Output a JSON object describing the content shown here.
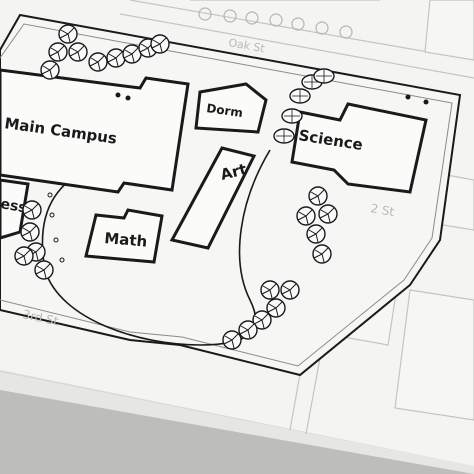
{
  "map": {
    "buildings": {
      "main_campus": "Main Campus",
      "dorm": "Dorm",
      "art": "Art",
      "science": "Science",
      "math": "Math",
      "partial_left": "ess"
    },
    "streets": {
      "top": "Oak St",
      "right": "2 St",
      "bottom_left": "3rd St"
    },
    "colors": {
      "paper": "#f4f4f2",
      "ink": "#1a1a1a",
      "faint_ink": "#b9b9b9",
      "background": "#d9d9d6"
    },
    "icons": [
      "tree-icon",
      "shrub-icon",
      "entrance-dot-icon"
    ]
  }
}
